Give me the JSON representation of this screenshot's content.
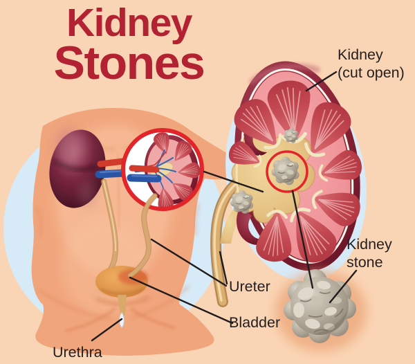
{
  "title": {
    "line1": "Kidney",
    "line2": "Stones"
  },
  "labels": {
    "kidney_cut_open": {
      "line1": "Kidney",
      "line2": "(cut open)"
    },
    "kidney_stone": {
      "line1": "Kidney",
      "line2": "stone"
    },
    "ureter": "Ureter",
    "bladder": "Bladder",
    "urethra": "Urethra"
  },
  "colors": {
    "background": "#FAD5B5",
    "title_red": "#B22233",
    "label_text": "#231F20",
    "accent_ring_red": "#E2242B",
    "connector_line": "#1F1B1C",
    "backing_blue": "#D7EAF7",
    "skin": "#F1A57C",
    "kidney_dark": "#6B1C30",
    "cortex_pink": "#F0989C",
    "pyramid_red": "#C4454E",
    "renal_pelvis_tan": "#E8C98E",
    "ureter_tan": "#D8A96B",
    "stone_gray": "#ABA293",
    "artery_red": "#D23A2C",
    "vein_blue": "#2A54A6"
  }
}
